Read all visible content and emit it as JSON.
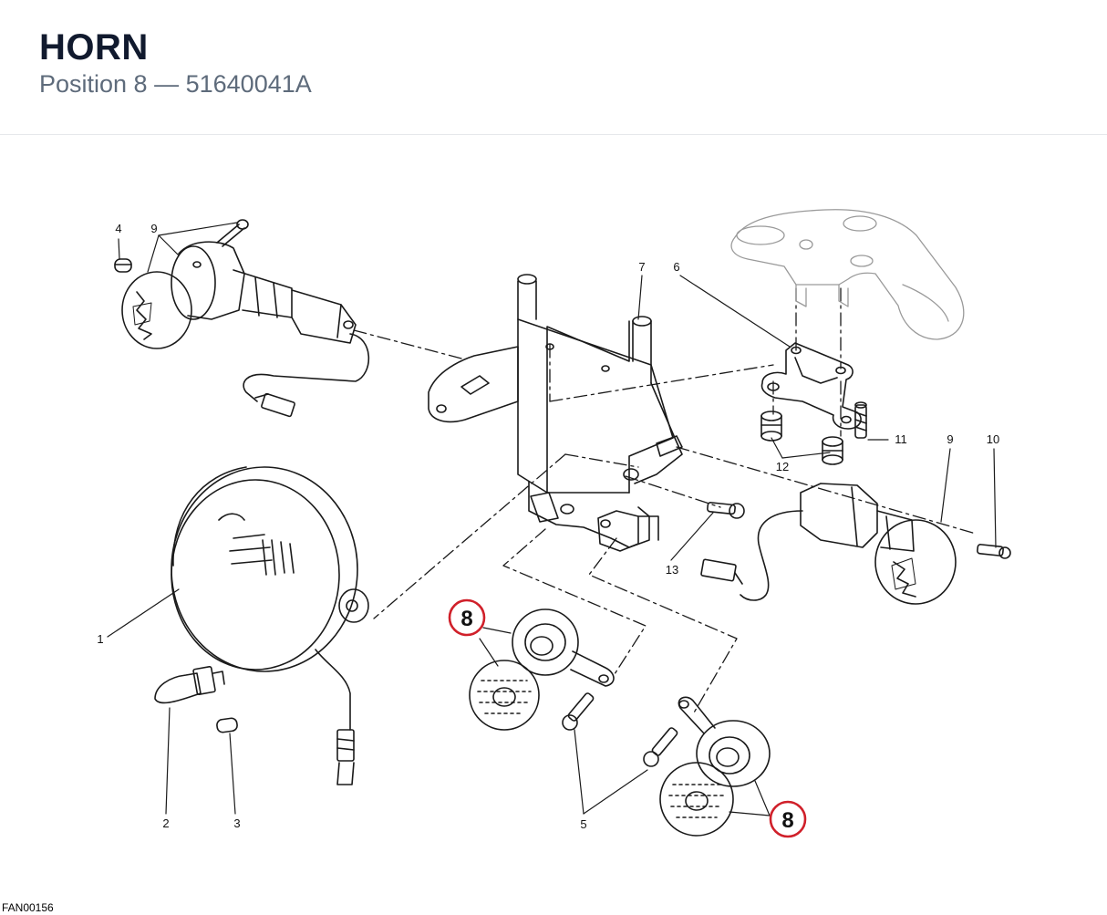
{
  "header": {
    "title": "HORN",
    "position_label": "Position 8",
    "separator": "—",
    "part_number": "51640041A"
  },
  "diagram": {
    "callouts": [
      {
        "id": "1",
        "text": "1"
      },
      {
        "id": "2",
        "text": "2"
      },
      {
        "id": "3",
        "text": "3"
      },
      {
        "id": "4",
        "text": "4"
      },
      {
        "id": "5",
        "text": "5"
      },
      {
        "id": "6",
        "text": "6"
      },
      {
        "id": "7",
        "text": "7"
      },
      {
        "id": "9a",
        "text": "9"
      },
      {
        "id": "9b",
        "text": "9"
      },
      {
        "id": "10",
        "text": "10"
      },
      {
        "id": "11",
        "text": "11"
      },
      {
        "id": "12",
        "text": "12"
      },
      {
        "id": "13",
        "text": "13"
      }
    ],
    "highlighted": [
      {
        "id": "8a",
        "text": "8"
      },
      {
        "id": "8b",
        "text": "8"
      }
    ],
    "highlight_color": "#d0202a",
    "line_color": "#1a1a1a"
  },
  "footer": {
    "code": "FAN00156"
  }
}
